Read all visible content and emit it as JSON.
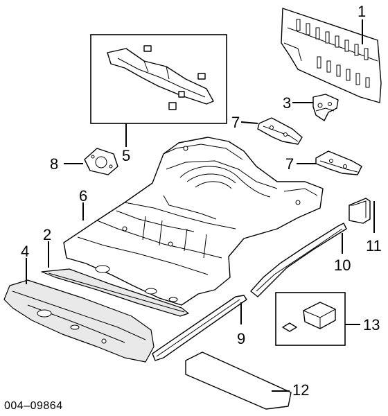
{
  "diagram": {
    "callouts": {
      "c1": "1",
      "c2": "2",
      "c3": "3",
      "c4": "4",
      "c5": "5",
      "c6": "6",
      "c7a": "7",
      "c7b": "7",
      "c8": "8",
      "c9": "9",
      "c10": "10",
      "c11": "11",
      "c12": "12",
      "c13": "13"
    },
    "reference_code": "004–09864"
  }
}
